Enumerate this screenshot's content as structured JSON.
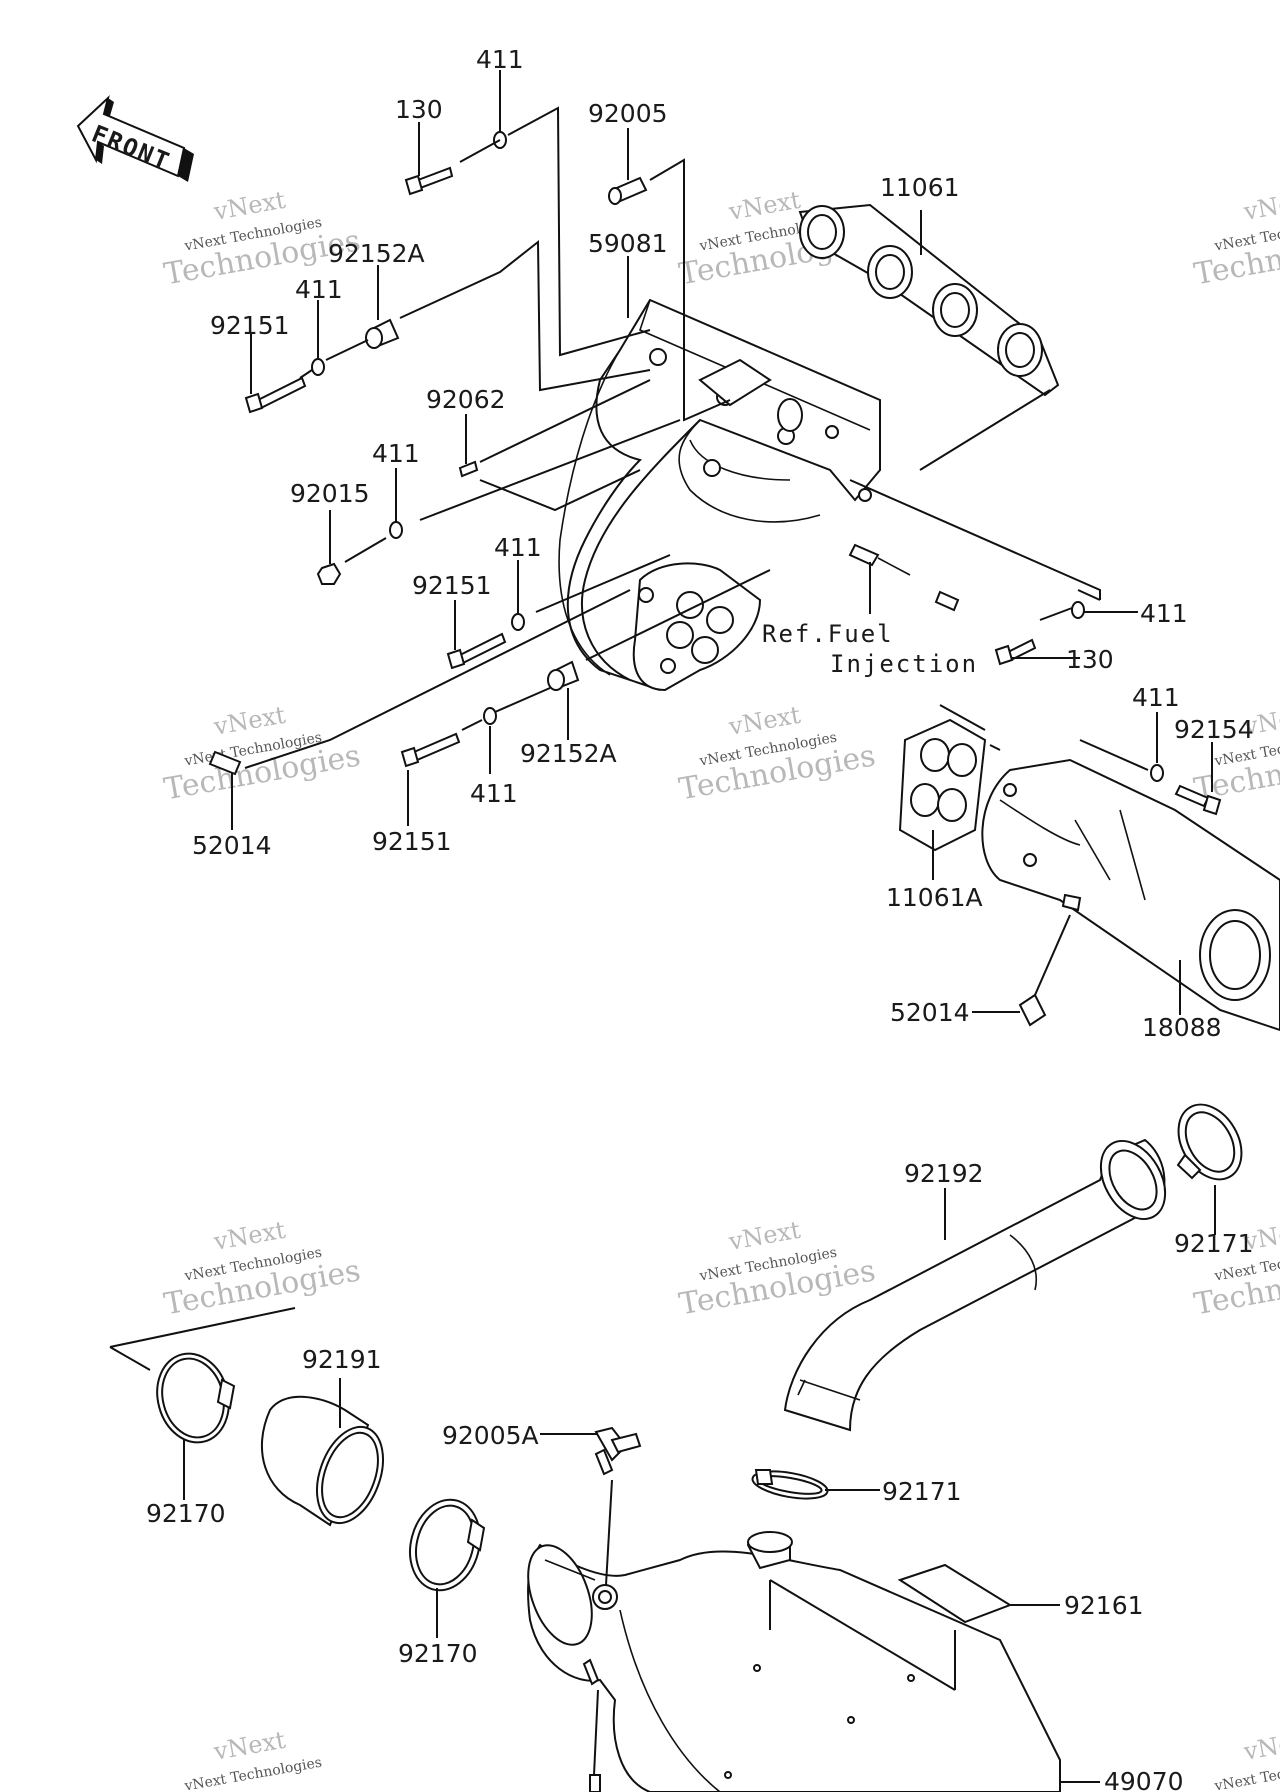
{
  "front_label": "FRONT",
  "watermark": {
    "line1": "vNext",
    "line2": "vNext Technologies",
    "line3": "Technologies"
  },
  "callouts": {
    "c411_top": "411",
    "c130_top": "130",
    "c92005": "92005",
    "c11061": "11061",
    "c59081": "59081",
    "c92152a_top": "92152A",
    "c411_a": "411",
    "c92151_a": "92151",
    "c92062": "92062",
    "c411_b": "411",
    "c92015": "92015",
    "c411_c": "411",
    "c92151_b": "92151",
    "c411_right": "411",
    "c130_right": "130",
    "ref_fuel_1": "Ref.Fuel",
    "ref_fuel_2": "Injection",
    "c411_mid": "411",
    "c92152a_mid": "92152A",
    "c52014_left": "52014",
    "c92151_c": "92151",
    "c411_d": "411",
    "c92154": "92154",
    "c11061a": "11061A",
    "c52014_right": "52014",
    "c18088": "18088",
    "c92192": "92192",
    "c92171_top": "92171",
    "c92191": "92191",
    "c92170_a": "92170",
    "c92005a": "92005A",
    "c92171_mid": "92171",
    "c92161": "92161",
    "c92170_b": "92170",
    "c49070": "49070"
  }
}
